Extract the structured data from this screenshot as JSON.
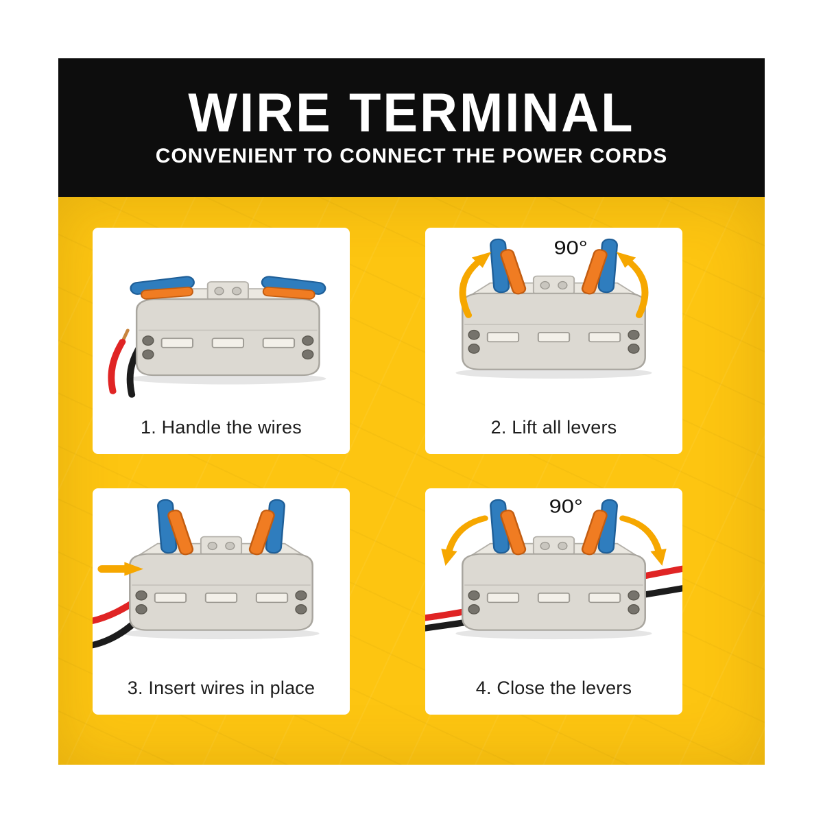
{
  "header": {
    "title": "WIRE TERMINAL",
    "subtitle": "CONVENIENT TO CONNECT THE POWER CORDS"
  },
  "steps": [
    {
      "caption": "1. Handle the wires",
      "annotation": ""
    },
    {
      "caption": "2. Lift all levers",
      "annotation": "90°"
    },
    {
      "caption": "3. Insert wires in place",
      "annotation": ""
    },
    {
      "caption": "4. Close the levers",
      "annotation": "90°"
    }
  ],
  "icons": {
    "lift_arrows": "rotate-up-arrow-icon",
    "insert_arrow": "right-arrow-icon",
    "close_arrows": "rotate-down-arrow-icon",
    "connector": "wire-terminal-connector"
  },
  "colors": {
    "background_yellow": "#fdc511",
    "header_black": "#0d0d0d",
    "panel_white": "#ffffff",
    "caption_text": "#1d1d1d",
    "lever_blue": "#2f7dbe",
    "lever_orange": "#f07c22",
    "connector_gray": "#dcd9d2",
    "wire_red": "#e02424",
    "wire_black": "#1c1c1c",
    "arrow_yellow": "#f6a700"
  }
}
